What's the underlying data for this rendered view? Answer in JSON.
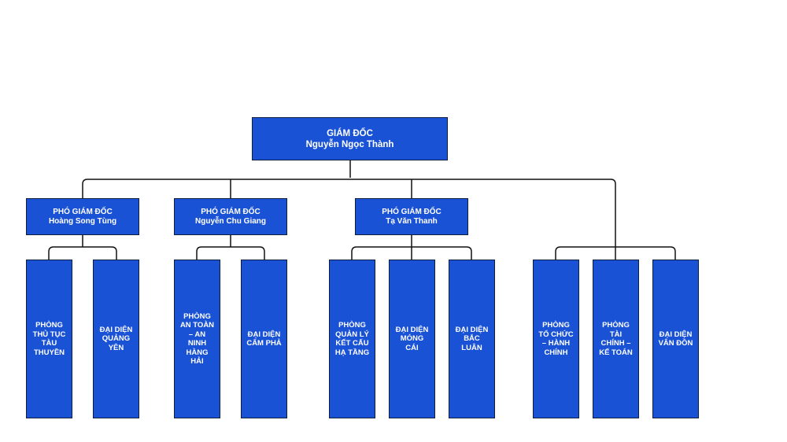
{
  "director": {
    "title": "GIÁM ĐỐC",
    "name": "Nguyễn Ngọc Thành"
  },
  "vice_directors": [
    {
      "title": "PHÓ GIÁM ĐỐC",
      "name": "Hoàng Song Tùng"
    },
    {
      "title": "PHÓ GIÁM ĐỐC",
      "name": "Nguyễn Chu Giang"
    },
    {
      "title": "PHÓ GIÁM ĐỐC",
      "name": "Tạ Văn Thanh"
    }
  ],
  "departments": [
    "PHÒNG\nTHỦ TỤC\nTÀU\nTHUYỀN",
    "ĐẠI DIỆN\nQUẢNG\nYÊN",
    "PHÒNG\nAN TOÀN\n– AN\nNINH\nHÀNG\nHẢI",
    "ĐẠI DIỆN\nCẨM PHẢ",
    "PHÒNG\nQUẢN LÝ\nKẾT CẤU\nHẠ TẦNG",
    "ĐẠI DIỆN\nMÓNG\nCÁI",
    "ĐẠI DIỆN\nBẮC\nLUÂN",
    "PHÒNG\nTỔ CHỨC\n– HÀNH\nCHÍNH",
    "PHÒNG\nTÀI\nCHÍNH –\nKẾ TOÁN",
    "ĐẠI DIỆN\nVÂN ĐỒN"
  ],
  "colors": {
    "box_fill": "#1a52d6",
    "box_border": "#0f1e3d",
    "box_text": "#ffffff",
    "connector": "#111111"
  }
}
